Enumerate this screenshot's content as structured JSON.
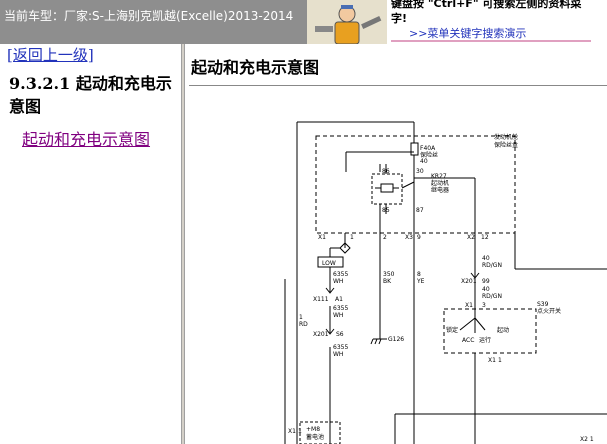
{
  "header": {
    "car_model": "当前车型：厂家:S-上海别克凯越(Excelle)2013-2014",
    "banner_tip_line1": "键盘按 \"Ctrl+F\" 可搜索左侧的资料菜",
    "banner_tip_line2": "字!",
    "banner_link": ">>菜单关键字搜索演示"
  },
  "sidebar": {
    "back_link": "[返回上一级]",
    "section_title": "9.3.2.1 起动和充电示意图",
    "toc_item": "起动和充电示意图"
  },
  "content": {
    "page_title": "起动和充电示意图"
  },
  "diagram": {
    "module_label_1": "发动机舱",
    "module_label_2": "保险丝盒",
    "fuse_label": "F40A",
    "fuse_sub": "保险丝",
    "fuse_pin": "40",
    "relay_label": "KR27",
    "relay_sub1": "起动机",
    "relay_sub2": "继电器",
    "relay_pin_86": "86",
    "relay_pin_85": "85",
    "relay_pin_30": "30",
    "relay_pin_87": "87",
    "conn_x1": "X1",
    "pin_1": "1",
    "pin_2": "2",
    "conn_x3": "X3",
    "pin_9": "9",
    "conn_x2": "X2",
    "pin_12": "12",
    "low_label": "LOW",
    "w1_gauge": "6355",
    "w1_color": "WH",
    "w2_gauge": "350",
    "w2_color": "BK",
    "w3_gauge": "8",
    "w3_color": "YE",
    "w4_gauge": "40",
    "w4_color": "RD/GN",
    "x111": "X111",
    "a1": "A1",
    "w5_gauge": "6355",
    "w5_color": "WH",
    "red_num": "1",
    "red_label": "RD",
    "x201": "X201",
    "s6": "S6",
    "w6_gauge": "6355",
    "w6_color": "WH",
    "ground": "G126",
    "x201b": "X201",
    "pin_99": "99",
    "w7_gauge": "40",
    "w7_color": "RD/GN",
    "s39": "S39",
    "switch_label": "点火开关",
    "conn_x1b": "X1",
    "pin_3": "3",
    "lock_label": "锁定",
    "start_label": "起动",
    "acc_label": "ACC",
    "run_label": "运行",
    "conn_x1c": "X1",
    "pin_1b": "1",
    "bottom_conn": "X1",
    "bottom_pin": "1",
    "bottom_label": "+M8",
    "bottom_sub": "蓄电池",
    "corner": "X2  1"
  }
}
